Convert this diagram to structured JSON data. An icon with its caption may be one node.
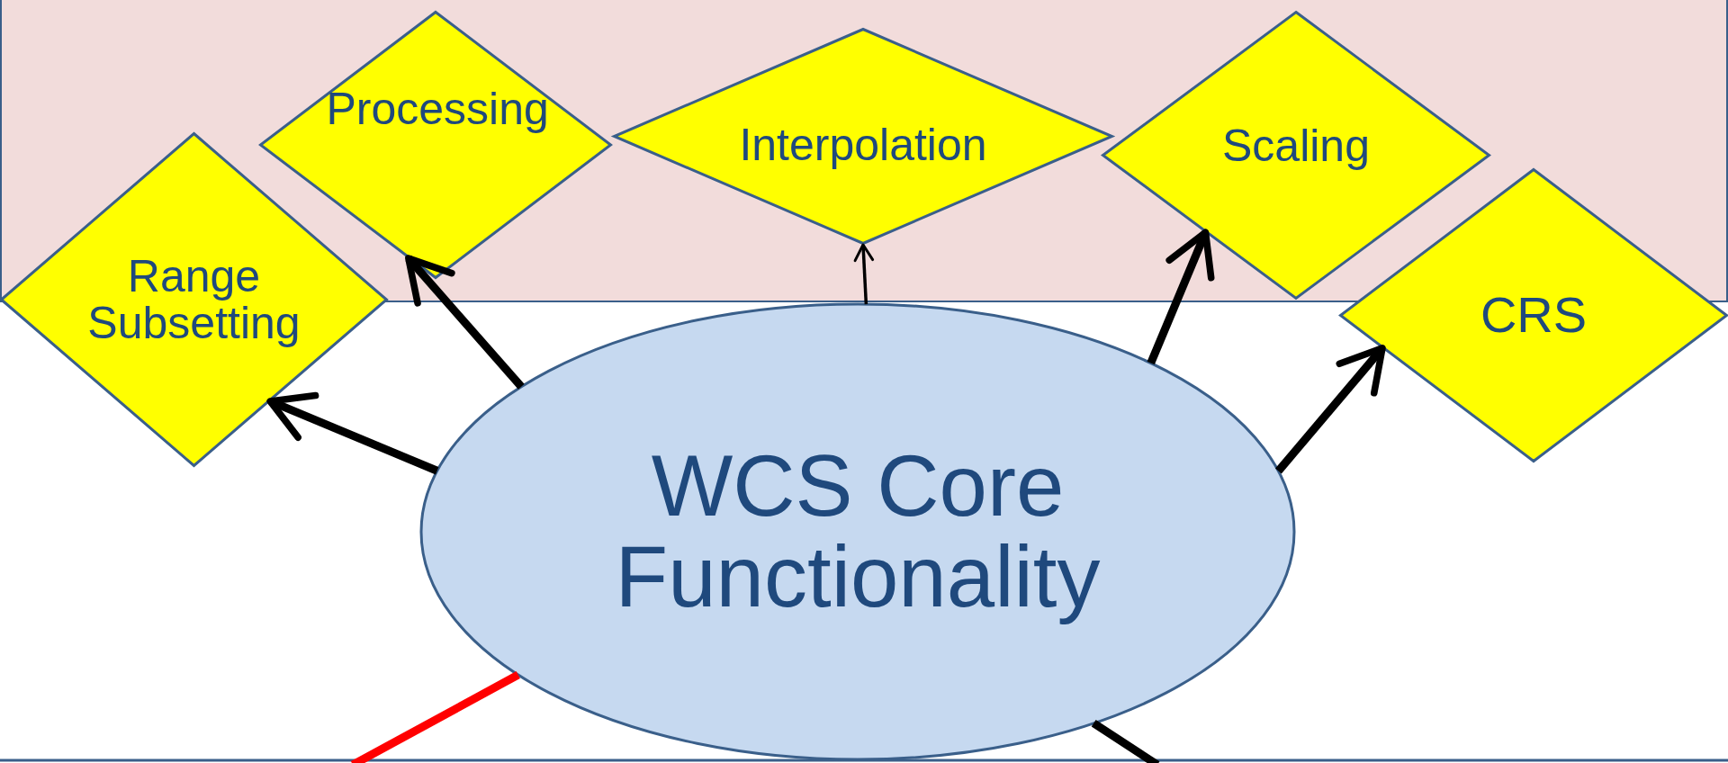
{
  "diagram": {
    "nodes": [
      {
        "text": [
          "Range Subsetting"
        ]
      },
      {
        "text": [
          "Processing"
        ]
      },
      {
        "text": [
          "Interpolation"
        ]
      },
      {
        "text": [
          "Scaling"
        ]
      },
      {
        "text": [
          "CRS"
        ]
      },
      {
        "text": [
          "WCS Core Functionality"
        ]
      }
    ],
    "edges": [
      {
        "from": 5,
        "to": 0,
        "arrow": "to"
      },
      {
        "from": 5,
        "to": 1,
        "arrow": "to"
      },
      {
        "from": 5,
        "to": 2,
        "arrow": "to"
      },
      {
        "from": 5,
        "to": 3,
        "arrow": "to"
      },
      {
        "from": 5,
        "to": 4,
        "arrow": "to"
      },
      {
        "from": 5,
        "to": null,
        "arrow": "none",
        "color": "#ff0000"
      },
      {
        "from": 5,
        "to": null,
        "arrow": "none"
      }
    ]
  }
}
